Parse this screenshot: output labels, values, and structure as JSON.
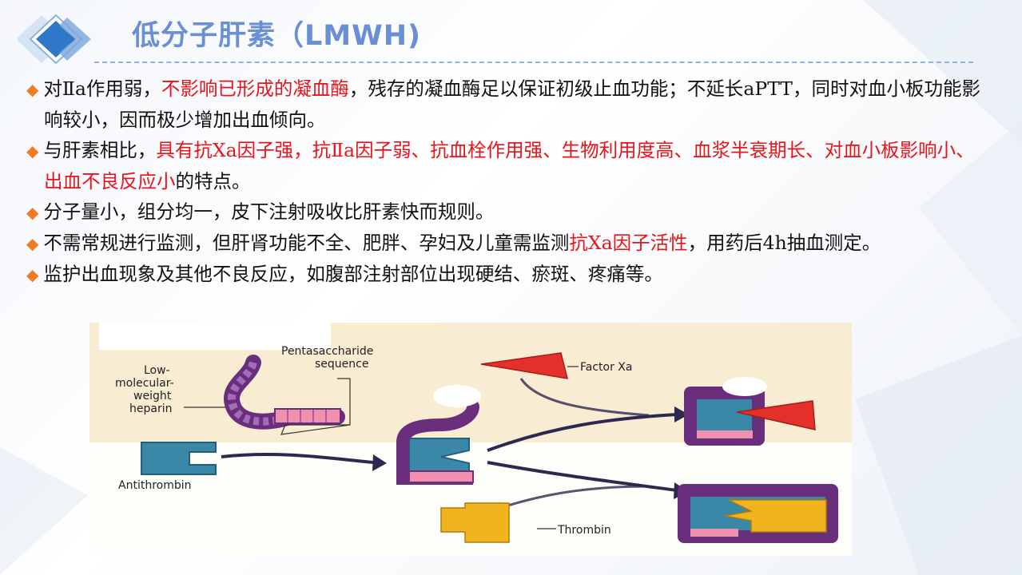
{
  "title": "低分子肝素（LMWH)",
  "bullets": [
    {
      "segments": [
        {
          "text": "对Ⅱa作用弱，",
          "red": false
        },
        {
          "text": "不影响已形成的凝血酶",
          "red": true
        },
        {
          "text": "，残存的凝血酶足以保证初级止血功能；不延长aPTT，同时对血小板功能影响较小，因而极少增加出血倾向。",
          "red": false
        }
      ]
    },
    {
      "segments": [
        {
          "text": "与肝素相比，",
          "red": false
        },
        {
          "text": "具有抗Ⅹa因子强，抗Ⅱa因子弱、抗血栓作用强、生物利用度高、血浆半衰期长、对血小板影响小、出血不良反应小",
          "red": true
        },
        {
          "text": "的特点。",
          "red": false
        }
      ]
    },
    {
      "segments": [
        {
          "text": "分子量小，组分均一，皮下注射吸收比肝素快而规则。",
          "red": false
        }
      ]
    },
    {
      "segments": [
        {
          "text": "不需常规进行监测，但肝肾功能不全、肥胖、孕妇及儿童需监测",
          "red": false
        },
        {
          "text": "抗Ⅹa因子活性",
          "red": true
        },
        {
          "text": "，用药后4h抽血测定。",
          "red": false
        }
      ]
    },
    {
      "segments": [
        {
          "text": "监护出血现象及其他不良反应，如腹部注射部位出现硬结、瘀斑、疼痛等。",
          "red": false
        }
      ]
    }
  ],
  "figure": {
    "labels": {
      "lmwh": [
        "Low-",
        "molecular-",
        "weight",
        "heparin"
      ],
      "pentasaccharide": [
        "Pentasaccharide",
        "sequence"
      ],
      "antithrombin": "Antithrombin",
      "factor_xa": "Factor Xa",
      "thrombin": "Thrombin"
    },
    "colors": {
      "chain": "#6a2f7c",
      "pentasaccharide": "#f08fb0",
      "antithrombin": "#3a88a8",
      "factor_xa": "#e4302a",
      "thrombin": "#f2b41e",
      "arrow": "#2e2850"
    }
  },
  "bullet_icon": "orange-diamond-icon",
  "logo_icon": "blue-diamond-logo-icon"
}
